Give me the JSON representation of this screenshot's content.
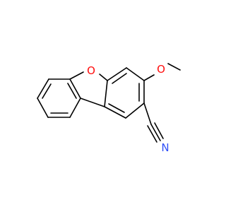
{
  "molecule": {
    "atoms": {
      "oxygen_ring": {
        "label": "O",
        "color": "#ff0d0d"
      },
      "oxygen_methoxy": {
        "label": "O",
        "color": "#ff0d0d"
      },
      "nitrogen": {
        "label": "N",
        "color": "#3050f8"
      }
    },
    "bond_color": "#000000"
  }
}
